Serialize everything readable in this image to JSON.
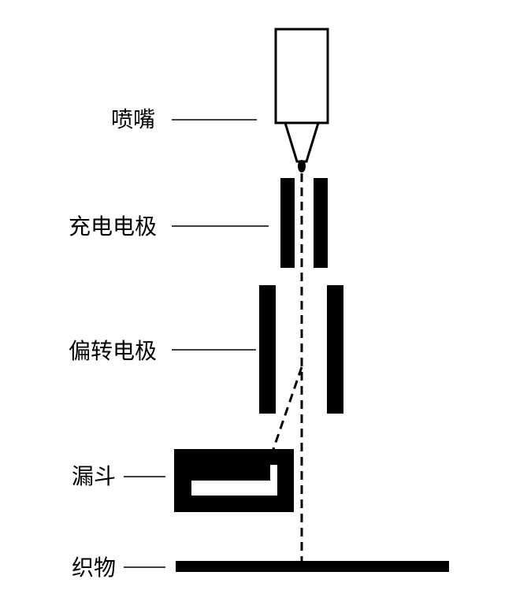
{
  "labels": {
    "nozzle": "喷嘴",
    "charging_electrode": "充电电极",
    "deflection_electrode": "偏转电极",
    "funnel": "漏斗",
    "fabric": "织物"
  },
  "colors": {
    "ink": "#000000",
    "background": "#ffffff"
  }
}
